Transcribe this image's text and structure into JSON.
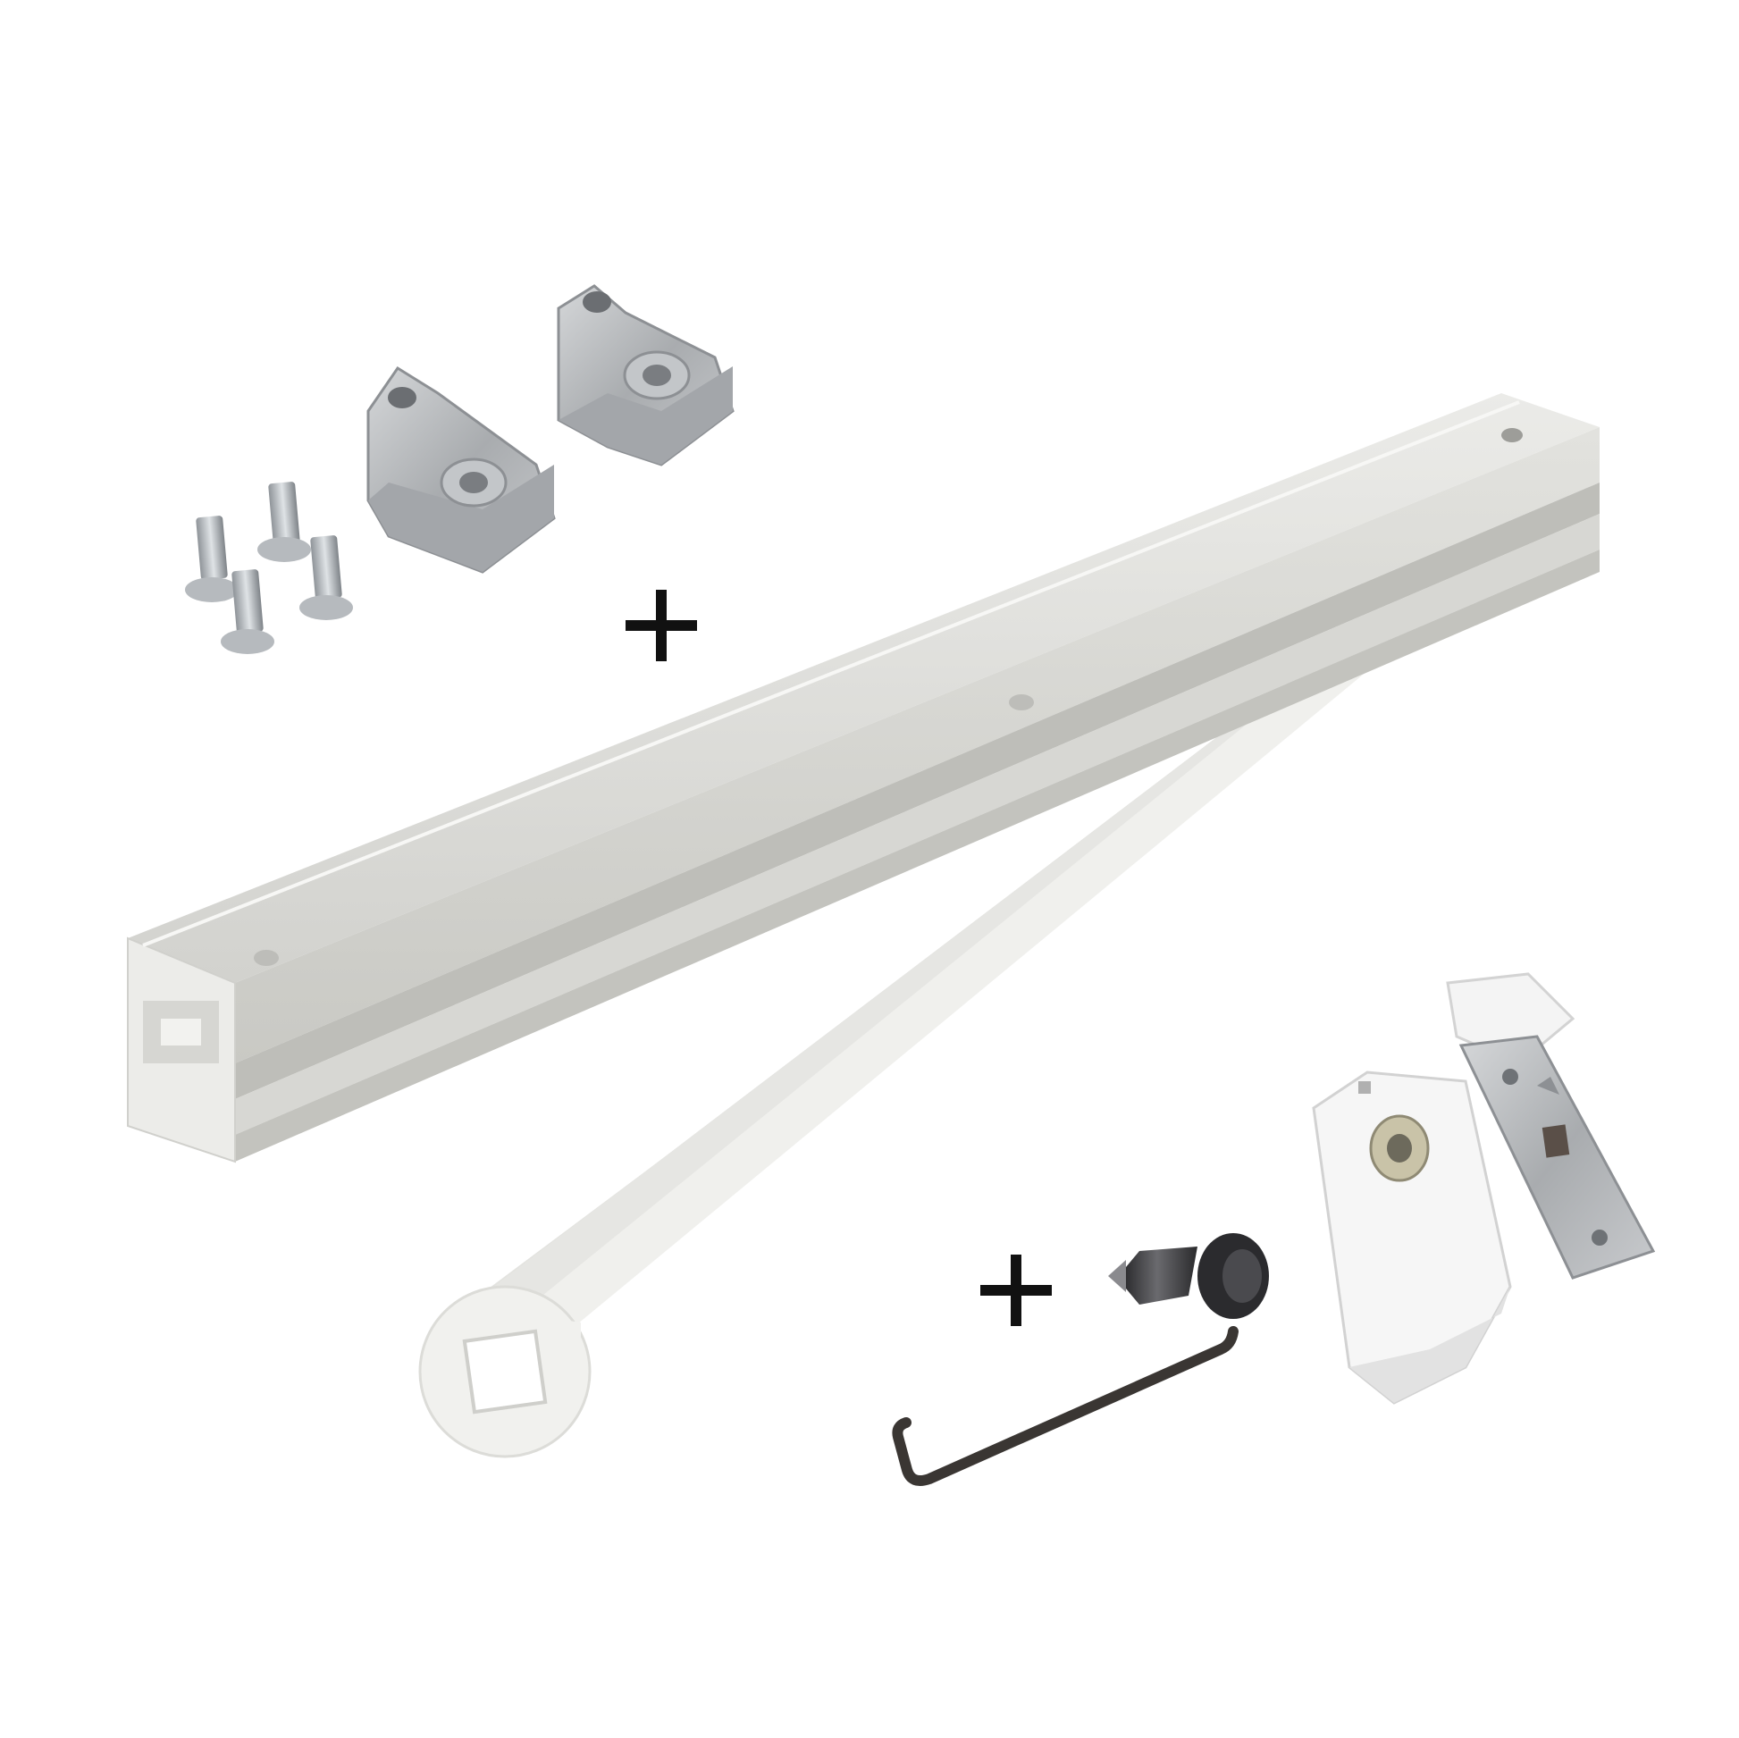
{
  "scene": {
    "description_items": [
      "mounting-bracket",
      "countersunk-screw",
      "slide-rail",
      "arm-with-square-hole",
      "threaded-pin",
      "slider-block",
      "steel-catch-plate",
      "hex-key"
    ],
    "colors": {
      "background": "#ffffff",
      "rail": "#dcdcd8",
      "zinc": "#b9bcbf",
      "plus": "#111111",
      "hex_key": "#3a3633",
      "plastic": "#f6f6f6"
    },
    "symbols": {
      "plus_icon": "plus-icon"
    }
  }
}
